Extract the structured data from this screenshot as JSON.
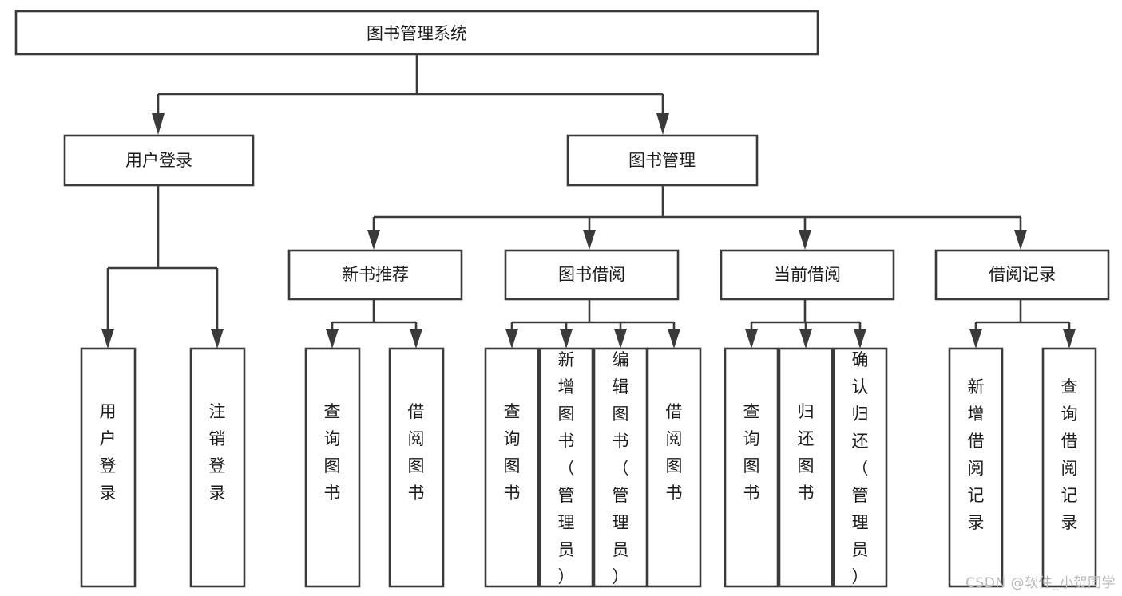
{
  "diagram": {
    "title": "图书管理系统",
    "type": "tree-hierarchy",
    "watermark": "CSDN @软件_小贺同学",
    "colors": {
      "stroke": "#3a3a3a",
      "fill": "#ffffff",
      "text": "#1c1c1c",
      "watermark": "#b9b9b9"
    },
    "levels": {
      "root": {
        "label": "图书管理系统",
        "orientation": "horizontal"
      },
      "level2": [
        {
          "id": "user-login",
          "label": "用户登录",
          "orientation": "horizontal"
        },
        {
          "id": "book-management",
          "label": "图书管理",
          "orientation": "horizontal"
        }
      ],
      "level3": [
        {
          "id": "new-book-recommend",
          "label": "新书推荐",
          "orientation": "horizontal",
          "parent": "book-management"
        },
        {
          "id": "book-borrow",
          "label": "图书借阅",
          "orientation": "horizontal",
          "parent": "book-management"
        },
        {
          "id": "current-borrow",
          "label": "当前借阅",
          "orientation": "horizontal",
          "parent": "book-management"
        },
        {
          "id": "borrow-record",
          "label": "借阅记录",
          "orientation": "horizontal",
          "parent": "book-management"
        }
      ],
      "leaves": [
        {
          "id": "leaf-user-login",
          "label": "用户登录",
          "orientation": "vertical",
          "parent": "user-login"
        },
        {
          "id": "leaf-logout",
          "label": "注销登录",
          "orientation": "vertical",
          "parent": "user-login"
        },
        {
          "id": "leaf-query-book-1",
          "label": "查询图书",
          "orientation": "vertical",
          "parent": "new-book-recommend"
        },
        {
          "id": "leaf-borrow-book-1",
          "label": "借阅图书",
          "orientation": "vertical",
          "parent": "new-book-recommend"
        },
        {
          "id": "leaf-query-book-2",
          "label": "查询图书",
          "orientation": "vertical",
          "parent": "book-borrow"
        },
        {
          "id": "leaf-add-book",
          "label": "新增图书（管理员）",
          "orientation": "vertical",
          "parent": "book-borrow"
        },
        {
          "id": "leaf-edit-book",
          "label": "编辑图书（管理员）",
          "orientation": "vertical",
          "parent": "book-borrow"
        },
        {
          "id": "leaf-borrow-book-2",
          "label": "借阅图书",
          "orientation": "vertical",
          "parent": "book-borrow"
        },
        {
          "id": "leaf-query-book-3",
          "label": "查询图书",
          "orientation": "vertical",
          "parent": "current-borrow"
        },
        {
          "id": "leaf-return-book",
          "label": "归还图书",
          "orientation": "vertical",
          "parent": "current-borrow"
        },
        {
          "id": "leaf-confirm-return",
          "label": "确认归还（管理员）",
          "orientation": "vertical",
          "parent": "current-borrow"
        },
        {
          "id": "leaf-add-record",
          "label": "新增借阅记录",
          "orientation": "vertical",
          "parent": "borrow-record"
        },
        {
          "id": "leaf-query-record",
          "label": "查询借阅记录",
          "orientation": "vertical",
          "parent": "borrow-record"
        }
      ]
    }
  }
}
